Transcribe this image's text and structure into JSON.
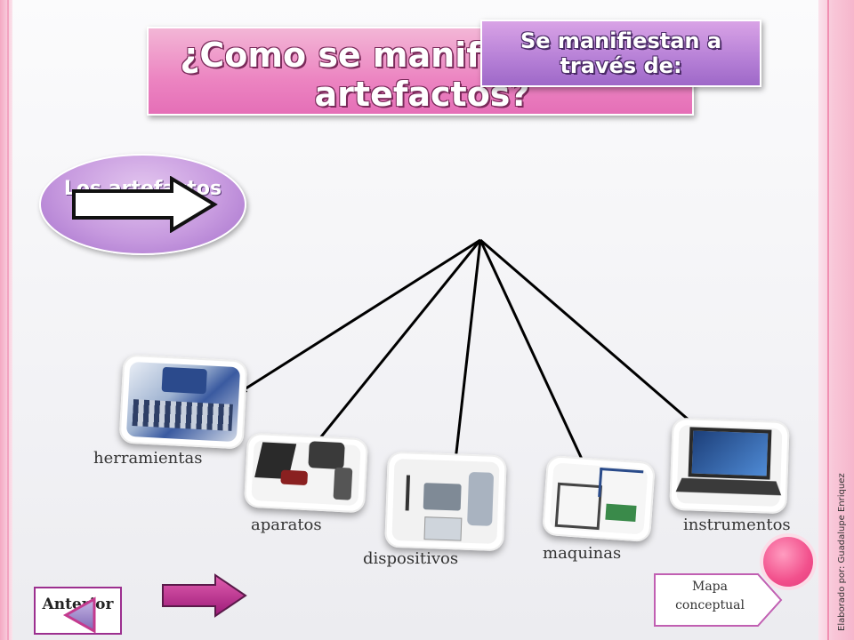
{
  "title": "¿Como se manifiestan los artefactos?",
  "subtitle": "Se manifiestan a través de:",
  "concept": "Los artefactos",
  "categories": [
    {
      "label": "herramientas"
    },
    {
      "label": "aparatos"
    },
    {
      "label": "dispositivos"
    },
    {
      "label": "maquinas"
    },
    {
      "label": "instrumentos"
    }
  ],
  "nav": {
    "previous_label": "Anterior",
    "concept_map_label": "Mapa conceptual"
  },
  "credit": "Elaborado por: Guadalupe Enriquez",
  "colors": {
    "title_bg": "#e56fb7",
    "subtitle_bg": "#9e68c8",
    "oval_bg": "#c79adf",
    "next_arrow": "#c02d8e",
    "pink_dot": "#f2508c"
  }
}
